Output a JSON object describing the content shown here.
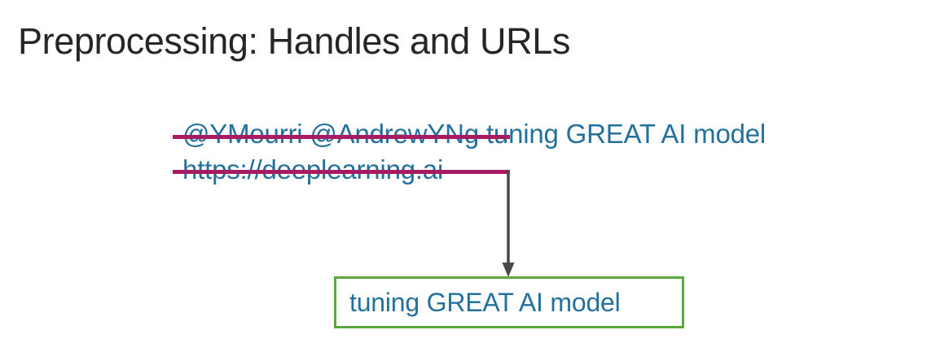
{
  "slide": {
    "title": "Preprocessing: Handles and URLs",
    "background_color": "#ffffff",
    "title_color": "#262626"
  },
  "tweet": {
    "line1": {
      "removed_text": "@YMourri @AndrewYNg",
      "kept_text": " tuning GREAT AI model"
    },
    "line2": {
      "removed_text": "https://deeplearning.ai"
    },
    "text_color": "#24719e",
    "strikethrough_color": "#a71b62"
  },
  "arrow": {
    "color": "#4a4a4a",
    "direction": "down"
  },
  "result": {
    "text": "tuning GREAT AI model",
    "border_color": "#5ba83c",
    "text_color": "#24719e"
  }
}
